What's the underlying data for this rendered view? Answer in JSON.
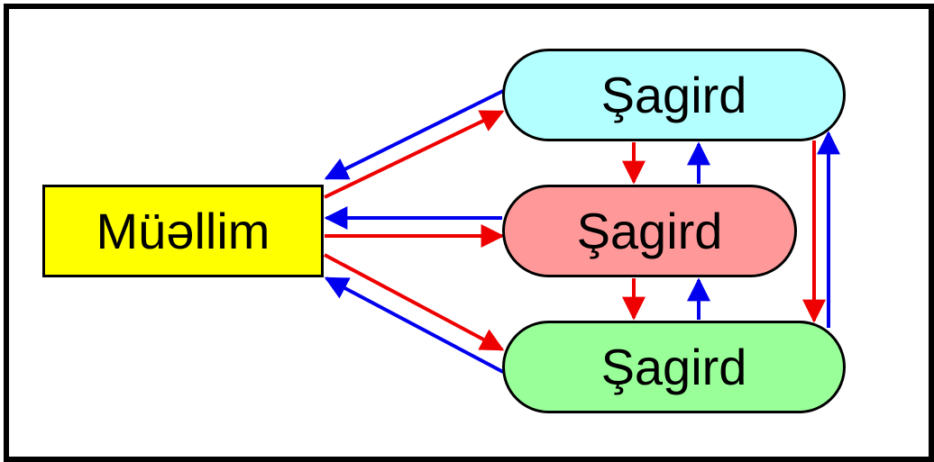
{
  "teacher": {
    "label": "Müəllim",
    "fill": "#ffff00"
  },
  "students": [
    {
      "label": "Şagird",
      "fill": "#b3ffff"
    },
    {
      "label": "Şagird",
      "fill": "#ff9999"
    },
    {
      "label": "Şagird",
      "fill": "#99ff99"
    }
  ],
  "arrow_colors": {
    "red": "#ee0000",
    "blue": "#0000ee"
  }
}
